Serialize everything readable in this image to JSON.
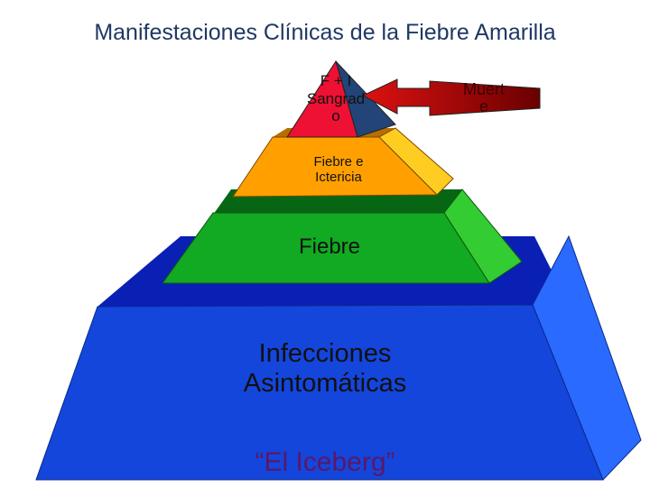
{
  "title": "Manifestaciones Clínicas de la Fiebre Amarilla",
  "tiers": [
    {
      "id": "asymptomatic",
      "lines": [
        "Infecciones",
        "Asintomáticas"
      ],
      "front_color": "#1446dc",
      "top_color": "#0a1fb4",
      "side_color": "#2a6aff"
    },
    {
      "id": "fever",
      "lines": [
        "Fiebre"
      ],
      "front_color": "#11aa22",
      "top_color": "#076614",
      "side_color": "#33cc33"
    },
    {
      "id": "fever-jaundice",
      "lines": [
        "Fiebre e",
        "Ictericia"
      ],
      "front_color": "#ffa000",
      "top_color": "#b76e00",
      "side_color": "#ffcc22"
    },
    {
      "id": "apex",
      "lines": [
        "F + I",
        "Sangrad",
        "o"
      ],
      "front_color": "#ee1133",
      "side_color": "#224477"
    }
  ],
  "caption": "“El Iceberg”",
  "caption_color": "#5a1868",
  "arrow": {
    "lines": [
      "Muert",
      "e"
    ],
    "color_from": "#dd1111",
    "color_to": "#6a0000"
  }
}
